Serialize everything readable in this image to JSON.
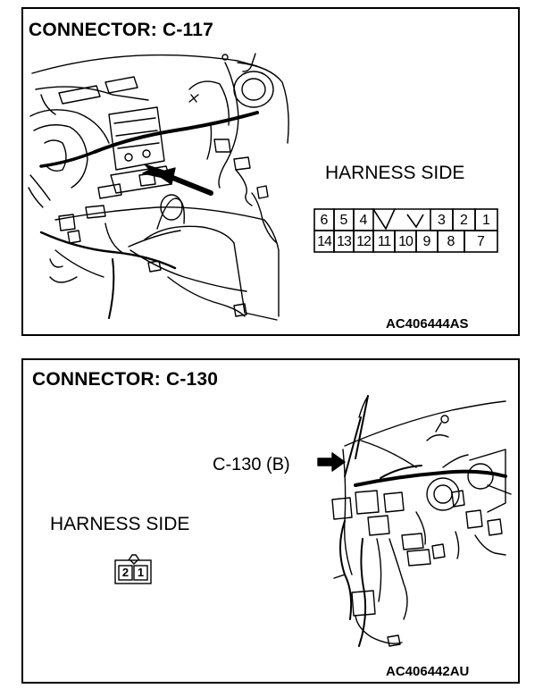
{
  "panels": [
    {
      "title": "CONNECTOR: C-117",
      "side_label": "HARNESS SIDE",
      "code": "AC406444AS",
      "connector": {
        "top_row": [
          "6",
          "5",
          "4",
          "",
          "3",
          "2",
          "1"
        ],
        "bottom_row": [
          "14",
          "13",
          "12",
          "11",
          "10",
          "9",
          "8",
          "7"
        ]
      }
    },
    {
      "title": "CONNECTOR: C-130",
      "side_label": "HARNESS SIDE",
      "callout": "C-130 (B)",
      "code": "AC406442AU",
      "connector": {
        "pins": [
          "2",
          "1"
        ]
      }
    }
  ]
}
